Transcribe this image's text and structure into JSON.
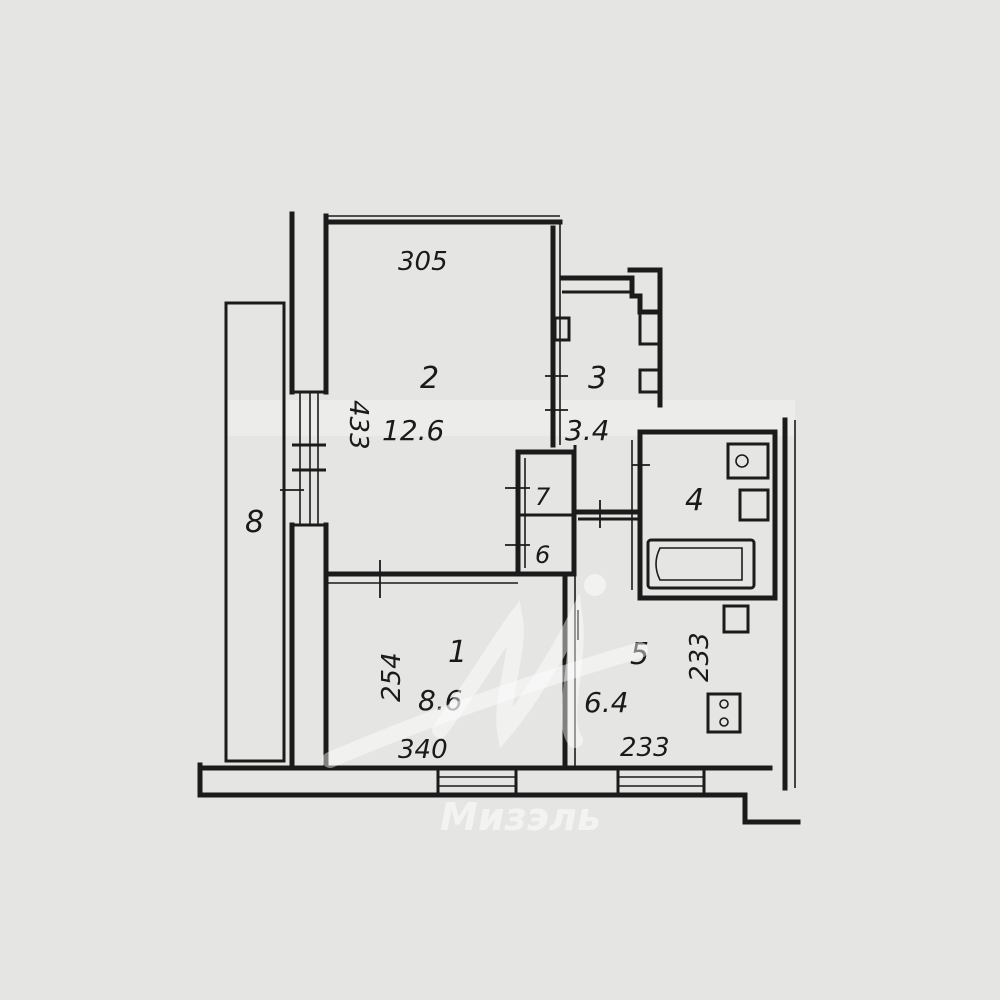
{
  "plan": {
    "rooms": [
      {
        "id": "1",
        "number": "1",
        "area": "8.6",
        "dim_width": "340",
        "dim_height": "254"
      },
      {
        "id": "2",
        "number": "2",
        "area": "12.6",
        "dim_width": "305",
        "dim_height": "433"
      },
      {
        "id": "3",
        "number": "3",
        "area": "3.4"
      },
      {
        "id": "4",
        "number": "4"
      },
      {
        "id": "5",
        "number": "5",
        "area": "6.4",
        "dim_width": "233",
        "dim_height": "233"
      },
      {
        "id": "6",
        "number": "6"
      },
      {
        "id": "7",
        "number": "7"
      },
      {
        "id": "8",
        "number": "8"
      }
    ]
  },
  "watermark": {
    "text": "Мизэль"
  },
  "colors": {
    "paper": "#e5e5e3",
    "ink": "#1b1b1b",
    "watermark": "#ffffff"
  }
}
